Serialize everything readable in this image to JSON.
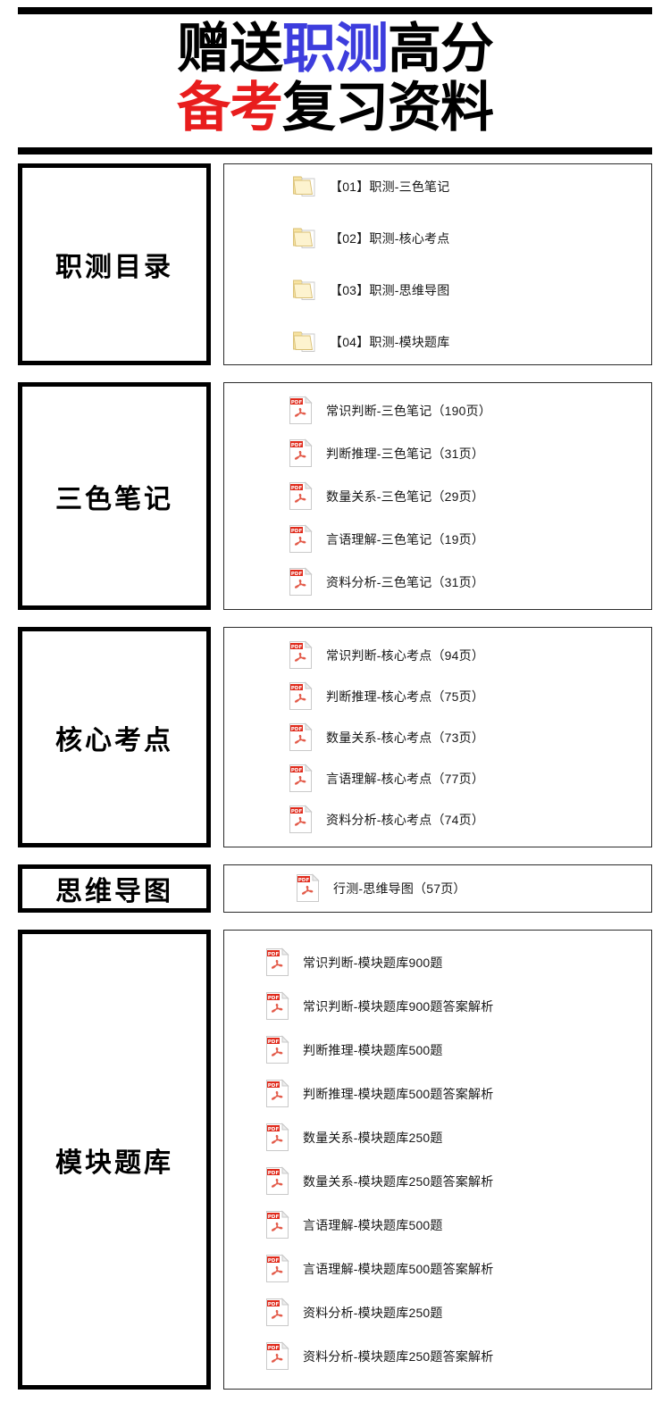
{
  "header": {
    "line1": [
      {
        "text": "赠送",
        "color": "#000000"
      },
      {
        "text": "职测",
        "color": "#3d3ddd"
      },
      {
        "text": "高分",
        "color": "#000000"
      }
    ],
    "line2": [
      {
        "text": "备考",
        "color": "#e81d1d"
      },
      {
        "text": "复习资料",
        "color": "#000000"
      }
    ],
    "line1_plain": "赠送职测高分",
    "line2_plain": "备考复习资料"
  },
  "colors": {
    "accent_blue": "#3d3ddd",
    "accent_red": "#e81d1d",
    "rule_black": "#000000",
    "pdf_red": "#e02a1b",
    "folder_yellow": "#f7e3a1"
  },
  "sections": [
    {
      "label": "职测目录",
      "icon_type": "folder-icon",
      "items": [
        {
          "label": "【01】职测-三色笔记",
          "icon": "folder-icon"
        },
        {
          "label": "【02】职测-核心考点",
          "icon": "folder-icon"
        },
        {
          "label": "【03】职测-思维导图",
          "icon": "folder-icon"
        },
        {
          "label": "【04】职测-模块题库",
          "icon": "folder-icon"
        }
      ]
    },
    {
      "label": "三色笔记",
      "icon_type": "pdf-icon",
      "items": [
        {
          "label": "常识判断-三色笔记（190页）",
          "icon": "pdf-icon"
        },
        {
          "label": "判断推理-三色笔记（31页）",
          "icon": "pdf-icon"
        },
        {
          "label": "数量关系-三色笔记（29页）",
          "icon": "pdf-icon"
        },
        {
          "label": "言语理解-三色笔记（19页）",
          "icon": "pdf-icon"
        },
        {
          "label": "资料分析-三色笔记（31页）",
          "icon": "pdf-icon"
        }
      ]
    },
    {
      "label": "核心考点",
      "icon_type": "pdf-icon",
      "items": [
        {
          "label": "常识判断-核心考点（94页）",
          "icon": "pdf-icon"
        },
        {
          "label": "判断推理-核心考点（75页）",
          "icon": "pdf-icon"
        },
        {
          "label": "数量关系-核心考点（73页）",
          "icon": "pdf-icon"
        },
        {
          "label": "言语理解-核心考点（77页）",
          "icon": "pdf-icon"
        },
        {
          "label": "资料分析-核心考点（74页）",
          "icon": "pdf-icon"
        }
      ]
    },
    {
      "label": "思维导图",
      "icon_type": "pdf-icon",
      "items": [
        {
          "label": "行测-思维导图（57页）",
          "icon": "pdf-icon"
        }
      ]
    },
    {
      "label": "模块题库",
      "icon_type": "pdf-icon",
      "items": [
        {
          "label": "常识判断-模块题库900题",
          "icon": "pdf-icon"
        },
        {
          "label": "常识判断-模块题库900题答案解析",
          "icon": "pdf-icon"
        },
        {
          "label": "判断推理-模块题库500题",
          "icon": "pdf-icon"
        },
        {
          "label": "判断推理-模块题库500题答案解析",
          "icon": "pdf-icon"
        },
        {
          "label": "数量关系-模块题库250题",
          "icon": "pdf-icon"
        },
        {
          "label": "数量关系-模块题库250题答案解析",
          "icon": "pdf-icon"
        },
        {
          "label": "言语理解-模块题库500题",
          "icon": "pdf-icon"
        },
        {
          "label": "言语理解-模块题库500题答案解析",
          "icon": "pdf-icon"
        },
        {
          "label": "资料分析-模块题库250题",
          "icon": "pdf-icon"
        },
        {
          "label": "资料分析-模块题库250题答案解析",
          "icon": "pdf-icon"
        }
      ]
    }
  ]
}
